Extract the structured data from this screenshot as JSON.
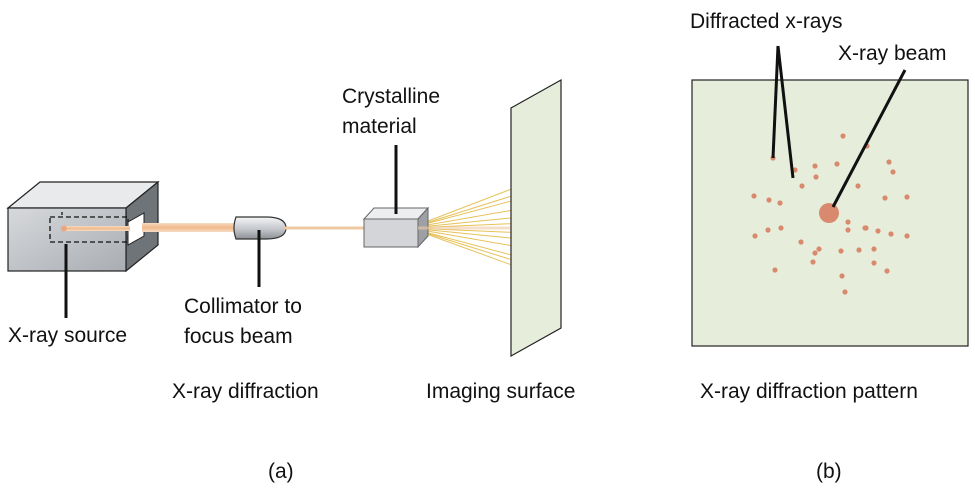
{
  "labels": {
    "xray_source": "X-ray source",
    "collimator_line1": "Collimator to",
    "collimator_line2": "focus beam",
    "crystalline_line1": "Crystalline",
    "crystalline_line2": "material",
    "imaging_surface": "Imaging surface",
    "xray_diffraction": "X-ray diffraction",
    "diffracted_xrays": "Diffracted x-rays",
    "xray_beam": "X-ray beam",
    "diffraction_pattern": "X-ray diffraction pattern",
    "panel_a": "(a)",
    "panel_b": "(b)"
  },
  "colors": {
    "beam": "#f2c8a0",
    "spot": "#d98a6e",
    "plate": "#e6eedb",
    "ray": "#e6c25a",
    "box_front": "#c9ccd0",
    "box_top": "#e6e8ea",
    "box_side": "#6f7479"
  }
}
